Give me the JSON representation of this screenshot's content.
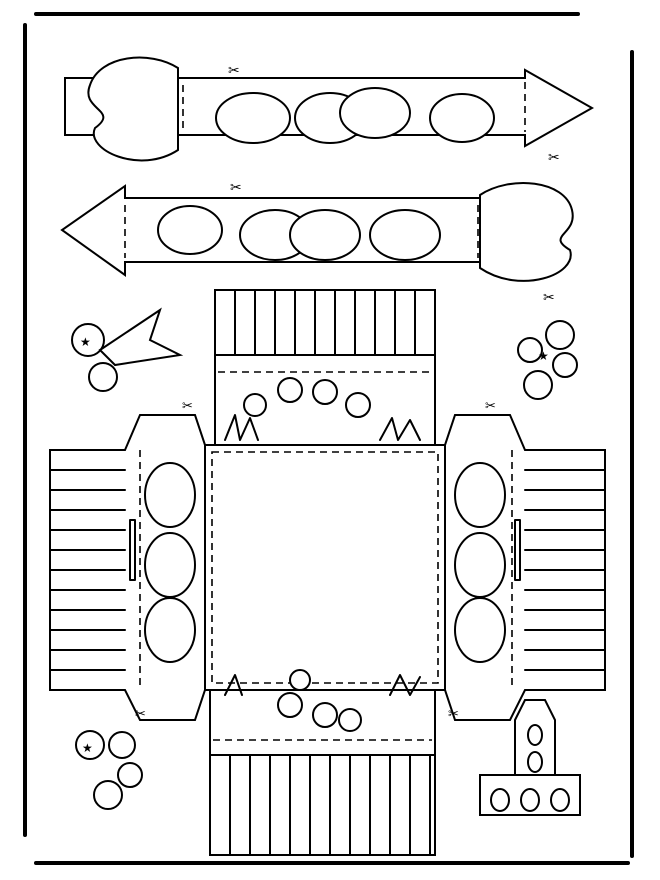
{
  "page": {
    "kind": "easter-basket-cutout-coloring-page",
    "line_color": "#000000",
    "background_color": "#ffffff"
  },
  "icons": [
    "scissors-icon",
    "flower-icon",
    "heart-shape",
    "egg-shape",
    "basket-illustration"
  ]
}
